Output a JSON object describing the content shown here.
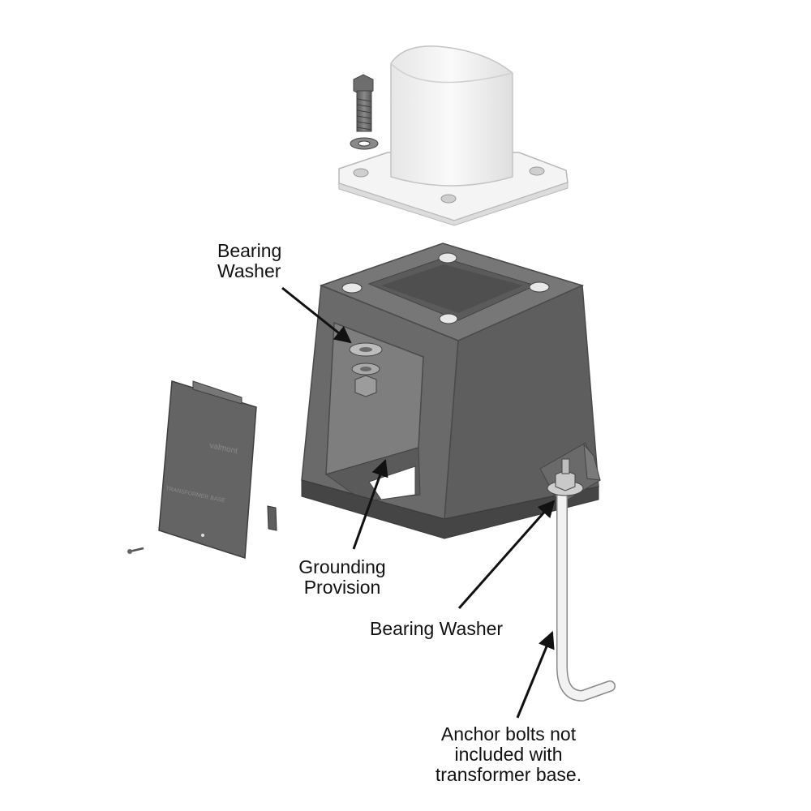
{
  "labels": {
    "bearing_washer_top": [
      "Bearing",
      "Washer"
    ],
    "grounding_provision": [
      "Grounding",
      "Provision"
    ],
    "bearing_washer_bottom": "Bearing Washer",
    "anchor_bolts_note": [
      "Anchor bolts not",
      "included with",
      "transformer base."
    ]
  },
  "cover_plate_text": {
    "brand": "valmont",
    "model": "TRANSFORMER BASE"
  },
  "colors": {
    "base_dark": "#5e5e5e",
    "base_mid": "#6f6f6f",
    "base_light": "#8a8a8a",
    "base_shadow": "#454545",
    "white_part": "#f4f4f4",
    "white_shade": "#dcdcdc",
    "arrow": "#111111"
  },
  "icons": {
    "hex_bolt": "hex-bolt-icon",
    "flat_washer": "washer-icon",
    "hex_nut": "hex-nut-icon"
  }
}
